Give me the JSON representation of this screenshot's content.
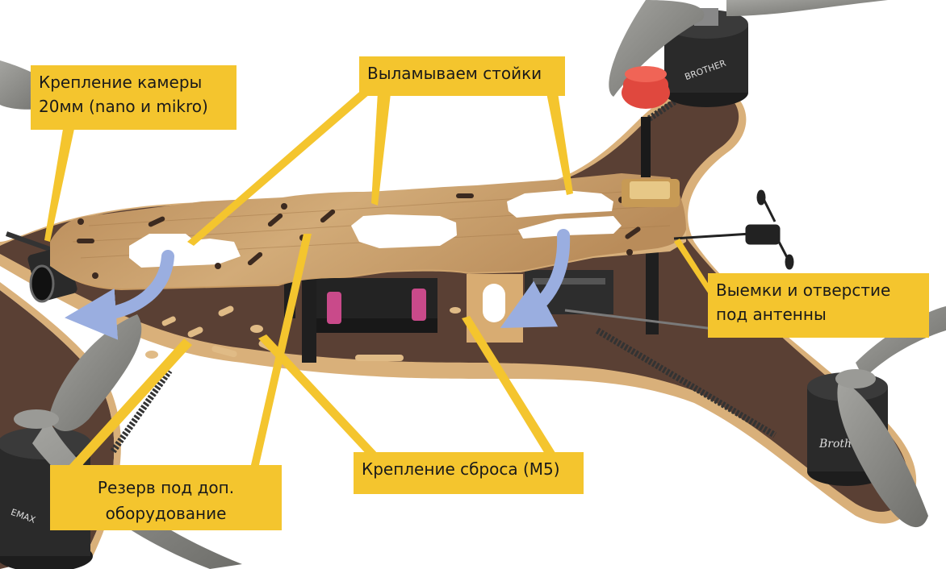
{
  "callouts": {
    "camera_mount": {
      "line1": "Крепление камеры",
      "line2": "20мм (nano и mikro)"
    },
    "break_struts": {
      "text": "Выламываем стойки"
    },
    "antenna_cutouts": {
      "line1": "Выемки и отверстие",
      "line2": "под антенны"
    },
    "drop_mount": {
      "text": "Крепление сброса (M5)"
    },
    "reserve": {
      "line1": "Резерв под доп.",
      "line2": "оборудование"
    }
  },
  "motor_labels": {
    "front_right": "BROTHER",
    "rear_right": "Brother",
    "rear_left": "EMAX"
  },
  "colors": {
    "callout_bg": "#f4c52e",
    "wood_plate": "#c8a06e",
    "bottom_plate": "#5a4034",
    "arrow": "#9aaee0",
    "motor": "#2a2a2a",
    "propeller": "#8c8c88",
    "antenna_cap": "#e0483e"
  }
}
